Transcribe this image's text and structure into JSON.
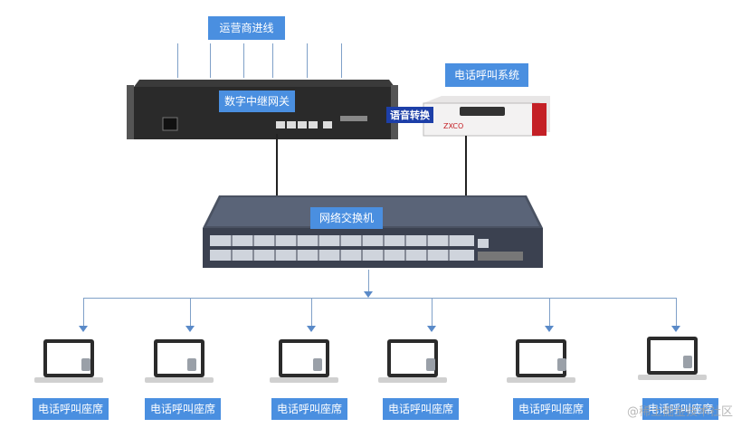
{
  "carrier_line_label": "运营商进线",
  "gateway_label": "数字中继网关",
  "call_system_label": "电话呼叫系统",
  "voice_conversion_label": "语音转换",
  "switch_label": "网络交换机",
  "seat_labels": [
    "电话呼叫座席",
    "电话呼叫座席",
    "电话呼叫座席",
    "电话呼叫座席",
    "电话呼叫座席",
    "电话呼叫座席"
  ],
  "watermark": "@稀土掘金技术社区",
  "colors": {
    "label_bg": "#4a8fe0",
    "connector": "#7fa0c8",
    "cable": "#222222"
  }
}
